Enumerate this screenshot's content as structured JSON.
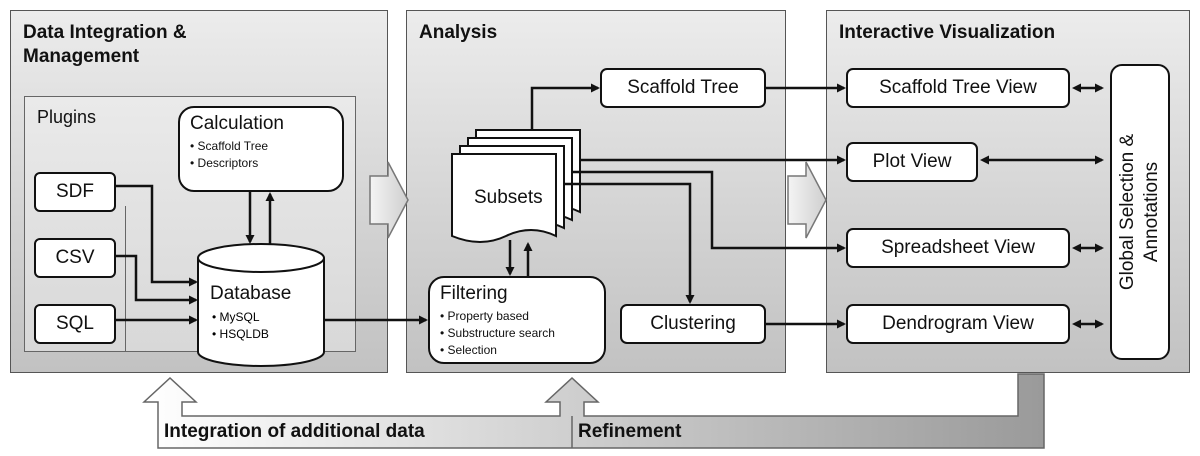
{
  "panels": {
    "data_integration": "Data Integration & Management",
    "analysis": "Analysis",
    "interactive": "Interactive Visualization"
  },
  "plugins_label": "Plugins",
  "sources": {
    "sdf": "SDF",
    "csv": "CSV",
    "sql": "SQL"
  },
  "calculation": {
    "title": "Calculation",
    "items": [
      "Scaffold Tree",
      "Descriptors"
    ]
  },
  "database": {
    "title": "Database",
    "items": [
      "MySQL",
      "HSQLDB"
    ]
  },
  "subsets": "Subsets",
  "filtering": {
    "title": "Filtering",
    "items": [
      "Property based",
      "Substructure search",
      "Selection"
    ]
  },
  "scaffold_tree": "Scaffold Tree",
  "clustering": "Clustering",
  "views": {
    "scaffold_tree_view": "Scaffold Tree View",
    "plot_view": "Plot View",
    "spreadsheet_view": "Spreadsheet View",
    "dendrogram_view": "Dendrogram View"
  },
  "global_selection": [
    "Global Selection &",
    "Annotations"
  ],
  "bottom": {
    "integration": "Integration of additional data",
    "refinement": "Refinement"
  }
}
